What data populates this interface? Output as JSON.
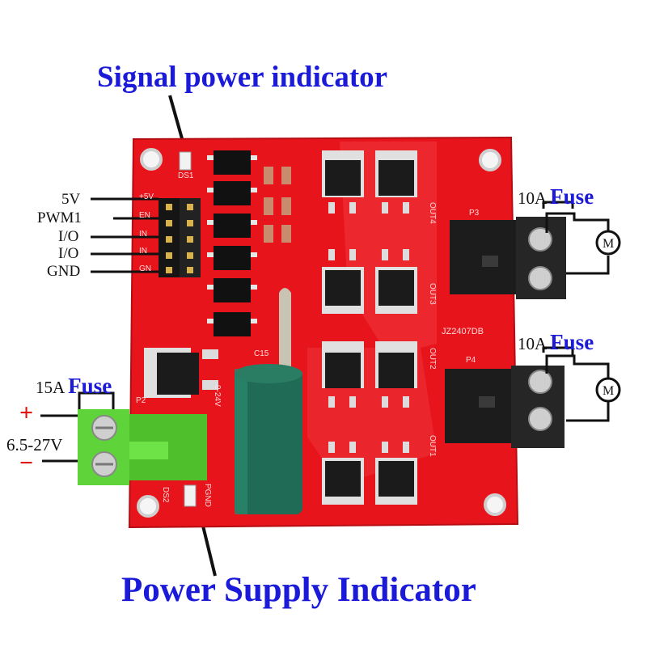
{
  "labels": {
    "signal_indicator": "Signal power indicator",
    "power_indicator": "Power Supply Indicator"
  },
  "input_pins": [
    "5V",
    "PWM1",
    "I/O",
    "I/O",
    "GND"
  ],
  "header_silk": [
    "+5V",
    "EN",
    "IN",
    "IN",
    "GN"
  ],
  "fuse_outputs": [
    {
      "amp": "10A",
      "word": "Fuse"
    },
    {
      "amp": "10A",
      "word": "Fuse"
    }
  ],
  "fuse_input": {
    "amp": "15A",
    "word": "Fuse"
  },
  "power_input": {
    "plus": "+",
    "minus": "−",
    "range": "6.5-27V"
  },
  "board_silk": {
    "model": "JZ2407DB",
    "pgnd": "PGND",
    "vin": "9-24V",
    "out1": "OUT1",
    "out2": "OUT2",
    "out3": "OUT3",
    "out4": "OUT4",
    "p2": "P2",
    "p3": "P3",
    "p4": "P4",
    "ds1": "DS1",
    "ds2": "DS2",
    "c15": "C15"
  },
  "colors": {
    "board": "#e8141c",
    "title": "#1a1ad8",
    "terminal_black": "#1c1c1c",
    "terminal_green": "#5fd43a",
    "capacitor": "#1f6b55"
  }
}
